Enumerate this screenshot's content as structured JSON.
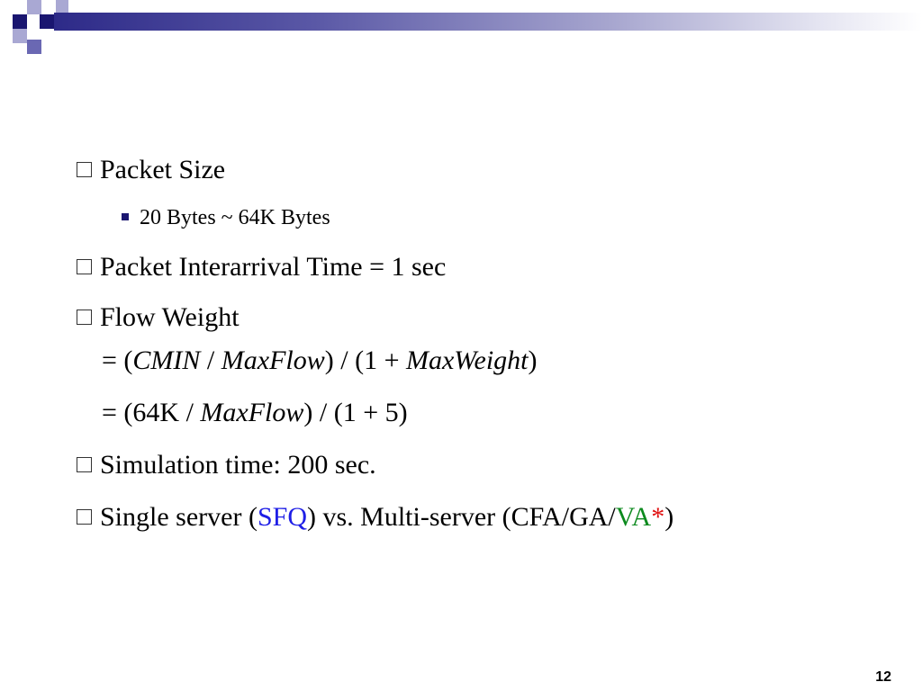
{
  "bullets": {
    "packet_size": {
      "label": "Packet Size",
      "sub": "20 Bytes ~ 64K Bytes"
    },
    "interarrival": {
      "label": "Packet Interarrival Time = 1 sec"
    },
    "flow_weight": {
      "label": "Flow Weight",
      "line1": {
        "p1": "= (",
        "cmin": "CMIN",
        "slash1": " / ",
        "maxflow": "MaxFlow",
        "p2": ") / (1 + ",
        "maxweight": "MaxWeight",
        "p3": ")"
      },
      "line2": {
        "p1": "= (64K / ",
        "maxflow": "MaxFlow",
        "p2": ") / (1 + 5)"
      }
    },
    "simulation": {
      "label": "Simulation time: 200 sec."
    },
    "servers": {
      "p1": "Single server (",
      "sfq": "SFQ",
      "p2": ") vs. Multi-server (CFA/GA/",
      "va": "VA",
      "star": "*",
      "p3": ")"
    }
  },
  "colors": {
    "header": "#2d2a88",
    "sfq": "#1e1ee6",
    "va": "#0c8a1e",
    "star": "#e01010"
  },
  "slide_number": "12"
}
